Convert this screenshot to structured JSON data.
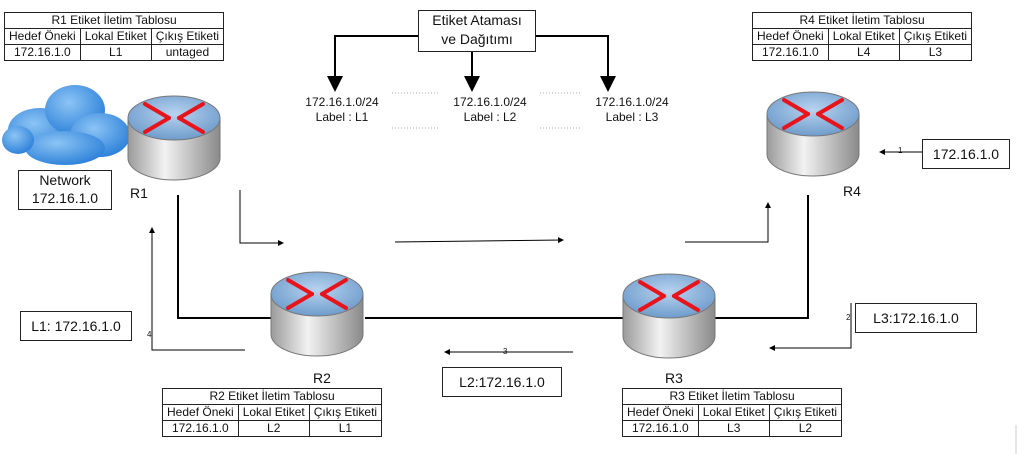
{
  "top_box": {
    "line1": "Etiket Ataması",
    "line2": "ve Dağıtımı"
  },
  "label_boxes": [
    {
      "prefix": "172.16.1.0/24",
      "label": "Label : L1"
    },
    {
      "prefix": "172.16.1.0/24",
      "label": "Label : L2"
    },
    {
      "prefix": "172.16.1.0/24",
      "label": "Label : L3"
    }
  ],
  "tables": {
    "r1": {
      "title": "R1 Etiket İletim Tablosu",
      "headers": [
        "Hedef Öneki",
        "Lokal Etiket",
        "Çıkış Etiketi"
      ],
      "row": [
        "172.16.1.0",
        "L1",
        "untaged"
      ]
    },
    "r4": {
      "title": "R4 Etiket İletim Tablosu",
      "headers": [
        "Hedef Öneki",
        "Lokal Etiket",
        "Çıkış Etiketi"
      ],
      "row": [
        "172.16.1.0",
        "L4",
        "L3"
      ]
    },
    "r2": {
      "title": "R2 Etiket İletim Tablosu",
      "headers": [
        "Hedef Öneki",
        "Lokal Etiket",
        "Çıkış Etiketi"
      ],
      "row": [
        "172.16.1.0",
        "L2",
        "L1"
      ]
    },
    "r3": {
      "title": "R3 Etiket İletim Tablosu",
      "headers": [
        "Hedef Öneki",
        "Lokal Etiket",
        "Çıkış Etiketi"
      ],
      "row": [
        "172.16.1.0",
        "L3",
        "L2"
      ]
    }
  },
  "routers": {
    "r1": "R1",
    "r2": "R2",
    "r3": "R3",
    "r4": "R4"
  },
  "network": {
    "line1": "Network",
    "line2": "172.16.1.0"
  },
  "messages": {
    "step1": "172.16.1.0",
    "step2": "L3:172.16.1.0",
    "step3": "L2:172.16.1.0",
    "step4": "L1: 172.16.1.0"
  },
  "step_numbers": {
    "n1": "1",
    "n2": "2",
    "n3": "3",
    "n4": "4"
  },
  "colors": {
    "router_body": "#c8c8c8",
    "router_top": "#8db4d8",
    "arrow_red": "#e8141b",
    "cloud": "#3b8fe0"
  }
}
